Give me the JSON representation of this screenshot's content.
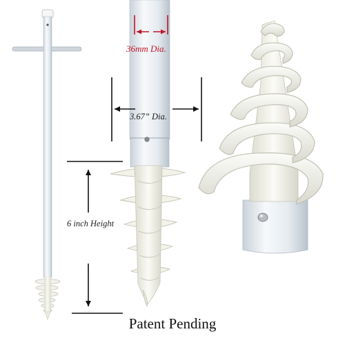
{
  "labels": {
    "diameter_small": "36mm Dia.",
    "diameter_large": "3.67” Dia.",
    "height": "6 inch Height",
    "footer": "Patent Pending"
  },
  "colors": {
    "accent_red": "#c0152a",
    "pole_white": "#f2f5f8",
    "auger_white": "#f4f4ee"
  },
  "icons": {
    "full_view": "ground-anchor-full-view",
    "auger_side": "auger-side-view",
    "auger_closeup": "auger-closeup-view"
  }
}
